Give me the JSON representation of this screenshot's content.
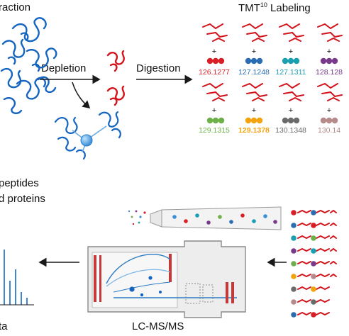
{
  "labels": {
    "extraction": "raction",
    "depletion": "Depletion",
    "digestion": "Digestion",
    "tmt_prefix": "TMT",
    "tmt_superscript": "10",
    "tmt_suffix": " Labeling",
    "peptides_line1": "peptides",
    "peptides_line2": "d proteins",
    "lcms": "LC-MS/MS",
    "data": "ta"
  },
  "tmt_channels": [
    {
      "mass": "126.1277",
      "color": "#d91f26",
      "bold": false
    },
    {
      "mass": "127.1248",
      "color": "#2b6cb3",
      "bold": false
    },
    {
      "mass": "127.1311",
      "color": "#1a9fb0",
      "bold": false
    },
    {
      "mass": "128.128",
      "color": "#7a3a8c",
      "bold": false
    },
    {
      "mass": "129.1315",
      "color": "#6db04a",
      "bold": false
    },
    {
      "mass": "129.1378",
      "color": "#f2a20c",
      "bold": true
    },
    {
      "mass": "130.1348",
      "color": "#6b6b6b",
      "bold": false
    },
    {
      "mass": "130.14",
      "color": "#b58a8a",
      "bold": false
    }
  ],
  "colors": {
    "protein_blue": "#1565c0",
    "protein_red": "#d4141c",
    "arrow": "#1a1a1a"
  }
}
